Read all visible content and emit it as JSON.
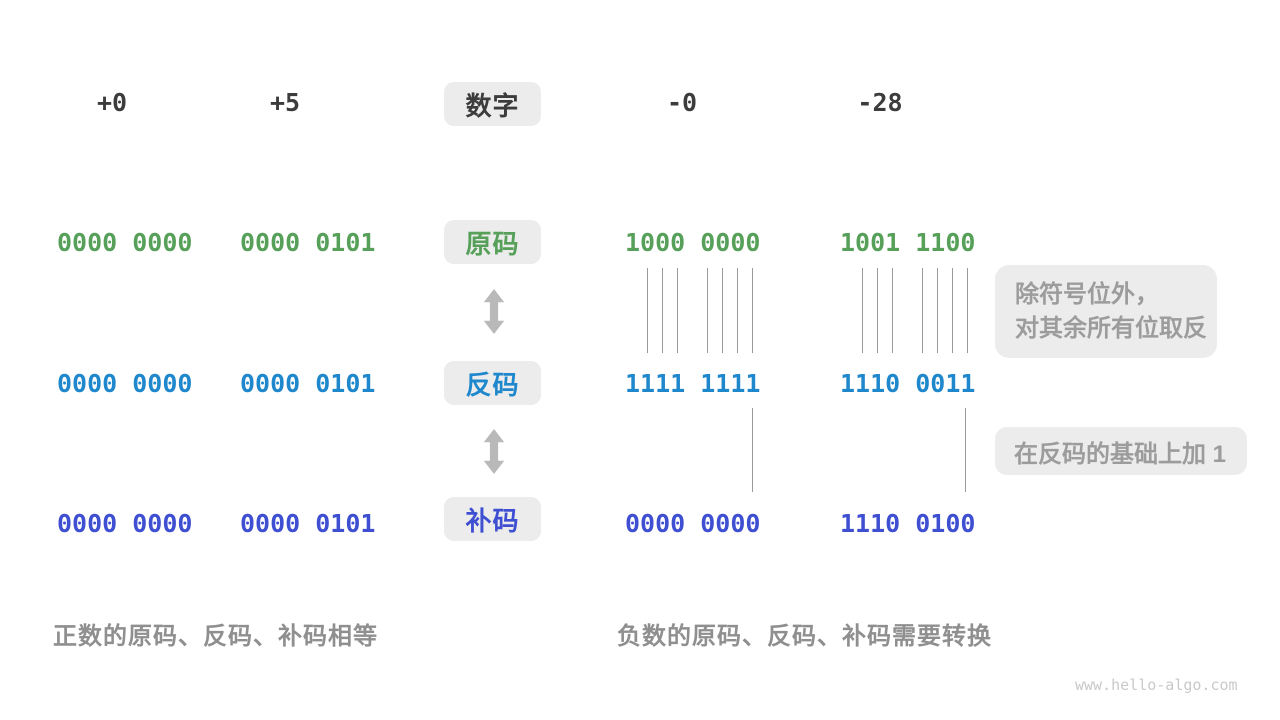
{
  "header": {
    "box_label": "数字",
    "numbers": [
      "+0",
      "+5",
      "-0",
      "-28"
    ]
  },
  "rows": [
    {
      "label": "原码",
      "codes": [
        "0000 0000",
        "0000 0101",
        "1000 0000",
        "1001 1100"
      ],
      "color": "#57a05a"
    },
    {
      "label": "反码",
      "codes": [
        "0000 0000",
        "0000 0101",
        "1111 1111",
        "1110 0011"
      ],
      "color": "#1f87cc"
    },
    {
      "label": "补码",
      "codes": [
        "0000 0000",
        "0000 0101",
        "0000 0000",
        "1110 0100"
      ],
      "color": "#3f4fd1"
    }
  ],
  "annotations": {
    "invert_line1": "除符号位外，",
    "invert_line2": "对其余所有位取反",
    "add_one": "在反码的基础上加 1"
  },
  "captions": {
    "positive": "正数的原码、反码、补码相等",
    "negative": "负数的原码、反码、补码需要转换"
  },
  "watermark": "www.hello-algo.com",
  "colors": {
    "sign_magnitude_green": "#57a05a",
    "ones_complement_blue": "#1f87cc",
    "twos_complement_indigo": "#3f4fd1",
    "number_text": "#3c3c3c",
    "annotation_text": "#9c9c9c",
    "caption_text": "#8f8f8f",
    "box_background": "#ececec",
    "connector_line": "#9a9a9a",
    "arrow": "#b9b9b9"
  }
}
